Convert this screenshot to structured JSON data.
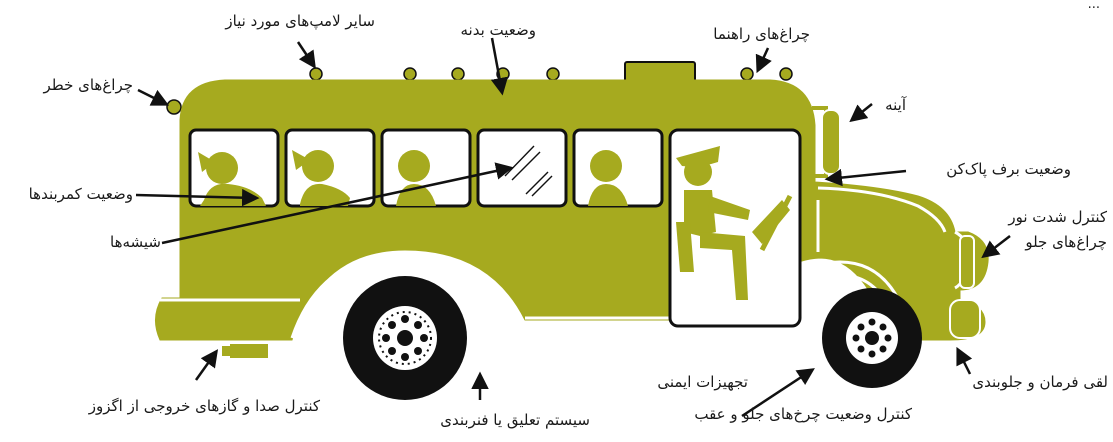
{
  "colors": {
    "body": "#a6aa1f",
    "outline": "#111111",
    "window": "#ffffff"
  },
  "labels": {
    "top_title": "...",
    "other_lamps": "سایر لامپ‌های مورد نیاز",
    "body_status": "وضعیت بدنه",
    "turn_signals": "چراغ‌های راهنما",
    "hazard_lights": "چراغ‌های خطر",
    "mirror": "آینه",
    "wiper_status": "وضعیت برف پاک‌کن",
    "seatbelt_status": "وضعیت کمربندها",
    "glass": "شیشه‌ها",
    "headlight_intensity": "کنترل شدت نور",
    "headlights": "چراغ‌های جلو",
    "exhaust_control": "کنترل صدا و گازهای خروجی از اگزوز",
    "suspension": "سیستم تعلیق یا فنربندی",
    "safety_equipment": "تجهیزات ایمنی",
    "wheels_control": "کنترل وضعیت چرخ‌های جلو و عقب",
    "steering_play": "لقی فرمان و جلوبندی"
  }
}
